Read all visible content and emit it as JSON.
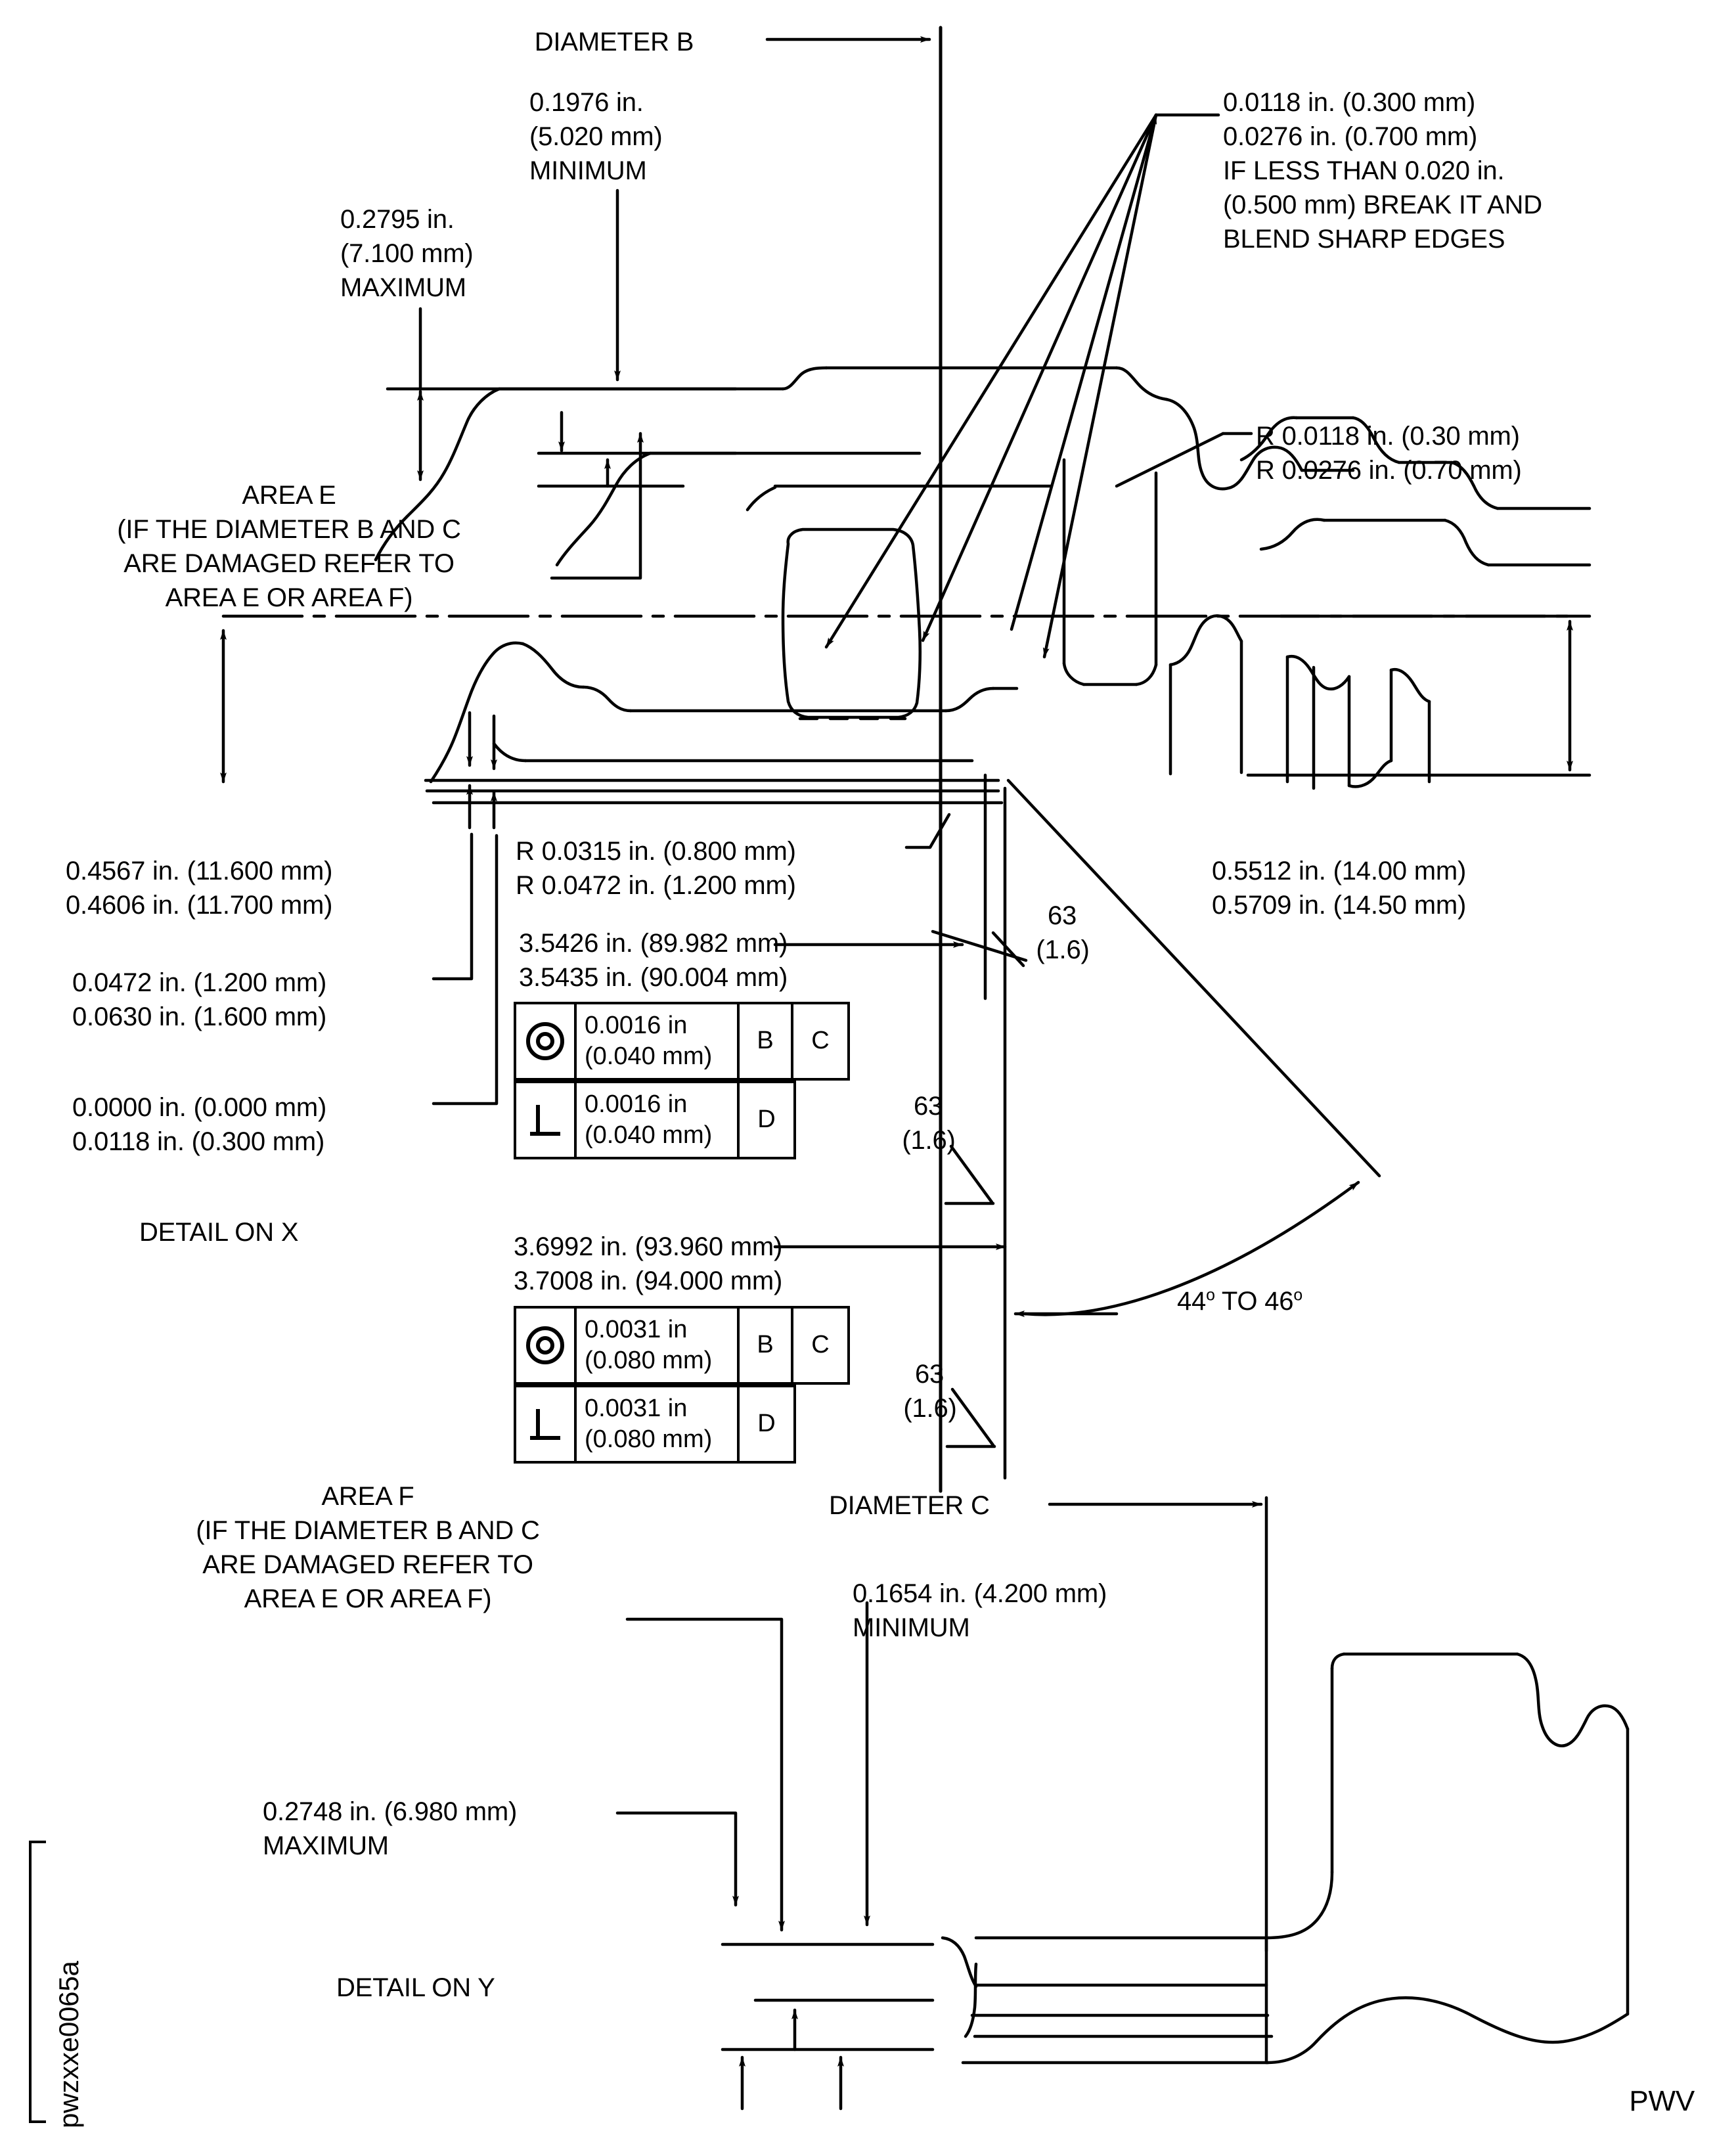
{
  "sheet": {
    "figure_id": "pwzxxe0065a",
    "corner_code": "PWV",
    "background": "#ffffff",
    "line_color": "#000000"
  },
  "labels": {
    "diameter_b": "DIAMETER B",
    "diameter_c": "DIAMETER C",
    "detail_on_x": "DETAIL ON X",
    "detail_on_y": "DETAIL ON Y"
  },
  "top_dims": {
    "dim_0p1976": {
      "line1": "0.1976 in.",
      "line2": "(5.020 mm)",
      "line3": "MINIMUM"
    },
    "dim_0p2795": {
      "line1": "0.2795 in.",
      "line2": "(7.100 mm)",
      "line3": "MAXIMUM"
    }
  },
  "notes": {
    "break_edges": {
      "line1": "0.0118 in. (0.300 mm)",
      "line2": "0.0276 in. (0.700 mm)",
      "line3": "IF LESS THAN 0.020 in.",
      "line4": "(0.500 mm) BREAK IT AND",
      "line5": "BLEND SHARP EDGES"
    },
    "radius_right": {
      "line1": "R 0.0118 in. (0.30 mm)",
      "line2": "R 0.0276 in. (0.70 mm)"
    },
    "radius_left": {
      "line1": "R 0.0315 in. (0.800 mm)",
      "line2": "R 0.0472 in. (1.200 mm)"
    },
    "area_e": {
      "line1": "AREA E",
      "line2": "(IF THE DIAMETER B AND C",
      "line3": "ARE DAMAGED REFER TO",
      "line4": "AREA E OR AREA F)"
    },
    "area_f": {
      "line1": "AREA F",
      "line2": "(IF THE DIAMETER B AND C",
      "line3": "ARE DAMAGED REFER TO",
      "line4": "AREA E OR AREA F)"
    }
  },
  "left_dims": {
    "pair_11mm": {
      "line1": "0.4567 in. (11.600 mm)",
      "line2": "0.4606 in. (11.700 mm)"
    },
    "pair_1p2mm": {
      "line1": "0.0472 in. (1.200 mm)",
      "line2": "0.0630 in. (1.600 mm)"
    },
    "pair_0mm": {
      "line1": "0.0000 in. (0.000 mm)",
      "line2": "0.0118 in. (0.300 mm)"
    }
  },
  "right_dims": {
    "pair_14mm": {
      "line1": "0.5512 in. (14.00 mm)",
      "line2": "0.5709 in. (14.50 mm)"
    }
  },
  "center_dims": {
    "dia_90": {
      "line1": "3.5426 in. (89.982 mm)",
      "line2": "3.5435 in. (90.004 mm)"
    },
    "dia_94": {
      "line1": "3.6992 in. (93.960 mm)",
      "line2": "3.7008 in. (94.000 mm)"
    }
  },
  "surface_finish": [
    {
      "id": "sf-upper",
      "value": "63",
      "metric": "(1.6)"
    },
    {
      "id": "sf-mid",
      "value": "63",
      "metric": "(1.6)"
    },
    {
      "id": "sf-lower",
      "value": "63",
      "metric": "(1.6)"
    }
  ],
  "angle_dim": {
    "value_1": "44",
    "degree": "o",
    "between": " TO ",
    "value_2": "46"
  },
  "gdt_frames": [
    {
      "id": "gdt-concentricity-90",
      "symbol": "concentricity-icon",
      "tolerance_in": "0.0016 in",
      "tolerance_mm": "(0.040 mm)",
      "datums": [
        "B",
        "C"
      ]
    },
    {
      "id": "gdt-perpendicularity-90",
      "symbol": "perpendicularity-icon",
      "tolerance_in": "0.0016 in",
      "tolerance_mm": "(0.040 mm)",
      "datums": [
        "D"
      ]
    },
    {
      "id": "gdt-concentricity-94",
      "symbol": "concentricity-icon",
      "tolerance_in": "0.0031 in",
      "tolerance_mm": "(0.080 mm)",
      "datums": [
        "B",
        "C"
      ]
    },
    {
      "id": "gdt-perpendicularity-94",
      "symbol": "perpendicularity-icon",
      "tolerance_in": "0.0031 in",
      "tolerance_mm": "(0.080 mm)",
      "datums": [
        "D"
      ]
    }
  ],
  "bottom_dims": {
    "dim_0p1654": {
      "line1": "0.1654 in. (4.200 mm)",
      "line2": "MINIMUM"
    },
    "dim_0p2748": {
      "line1": "0.2748 in. (6.980 mm)",
      "line2": "MAXIMUM"
    }
  }
}
